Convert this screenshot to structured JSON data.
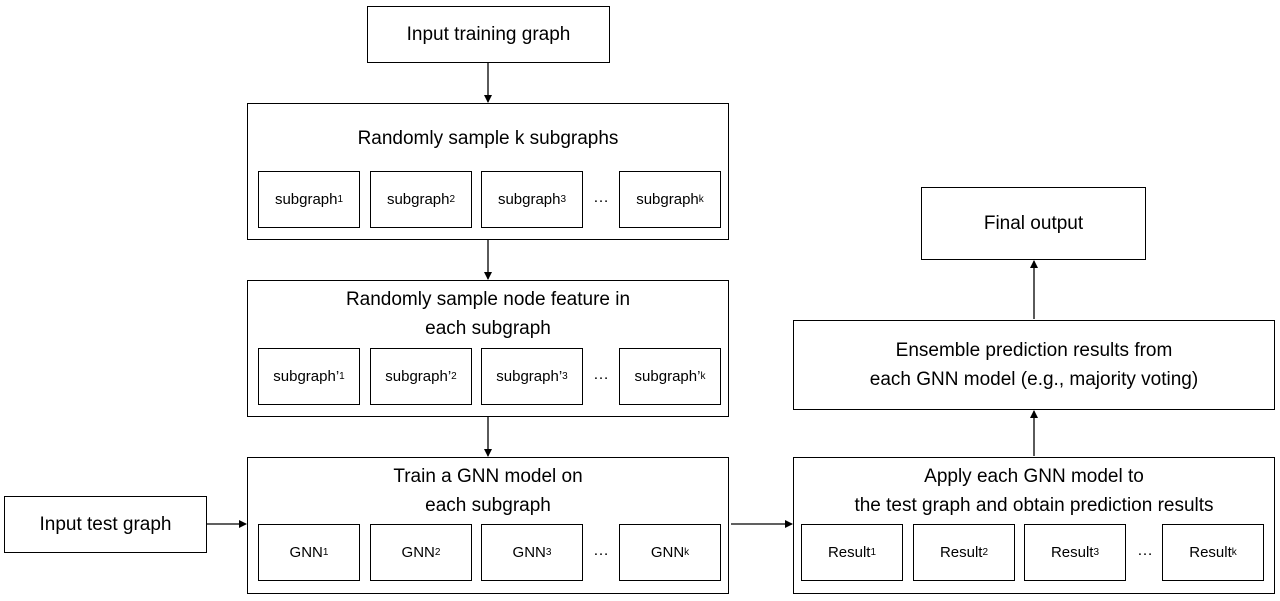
{
  "input_training": "Input training graph",
  "sample_subgraphs": {
    "title": "Randomly sample k subgraphs",
    "items": [
      {
        "label": "subgraph",
        "sub": "1"
      },
      {
        "label": "subgraph",
        "sub": "2"
      },
      {
        "label": "subgraph",
        "sub": "3"
      },
      {
        "label": "subgraph",
        "sub": "k"
      }
    ],
    "ellipsis": "…"
  },
  "sample_features": {
    "title_line1": "Randomly sample node feature in",
    "title_line2": "each subgraph",
    "items": [
      {
        "label": "subgraph’",
        "sub": "1"
      },
      {
        "label": "subgraph’",
        "sub": "2"
      },
      {
        "label": "subgraph’",
        "sub": "3"
      },
      {
        "label": "subgraph’",
        "sub": "k"
      }
    ],
    "ellipsis": "…"
  },
  "train_gnn": {
    "title_line1": "Train a GNN model on",
    "title_line2": "each subgraph",
    "items": [
      {
        "label": "GNN",
        "sub": "1"
      },
      {
        "label": "GNN",
        "sub": "2"
      },
      {
        "label": "GNN",
        "sub": "3"
      },
      {
        "label": "GNN",
        "sub": "k"
      }
    ],
    "ellipsis": "…"
  },
  "input_test": "Input test graph",
  "apply_gnn": {
    "title_line1": "Apply each GNN model to",
    "title_line2": "the test graph and obtain prediction results",
    "items": [
      {
        "label": "Result",
        "sub": "1"
      },
      {
        "label": "Result",
        "sub": "2"
      },
      {
        "label": "Result",
        "sub": "3"
      },
      {
        "label": "Result",
        "sub": "k"
      }
    ],
    "ellipsis": "…"
  },
  "ensemble": {
    "title_line1": "Ensemble prediction results from",
    "title_line2": "each GNN model (e.g., majority voting)"
  },
  "final_output": "Final output"
}
